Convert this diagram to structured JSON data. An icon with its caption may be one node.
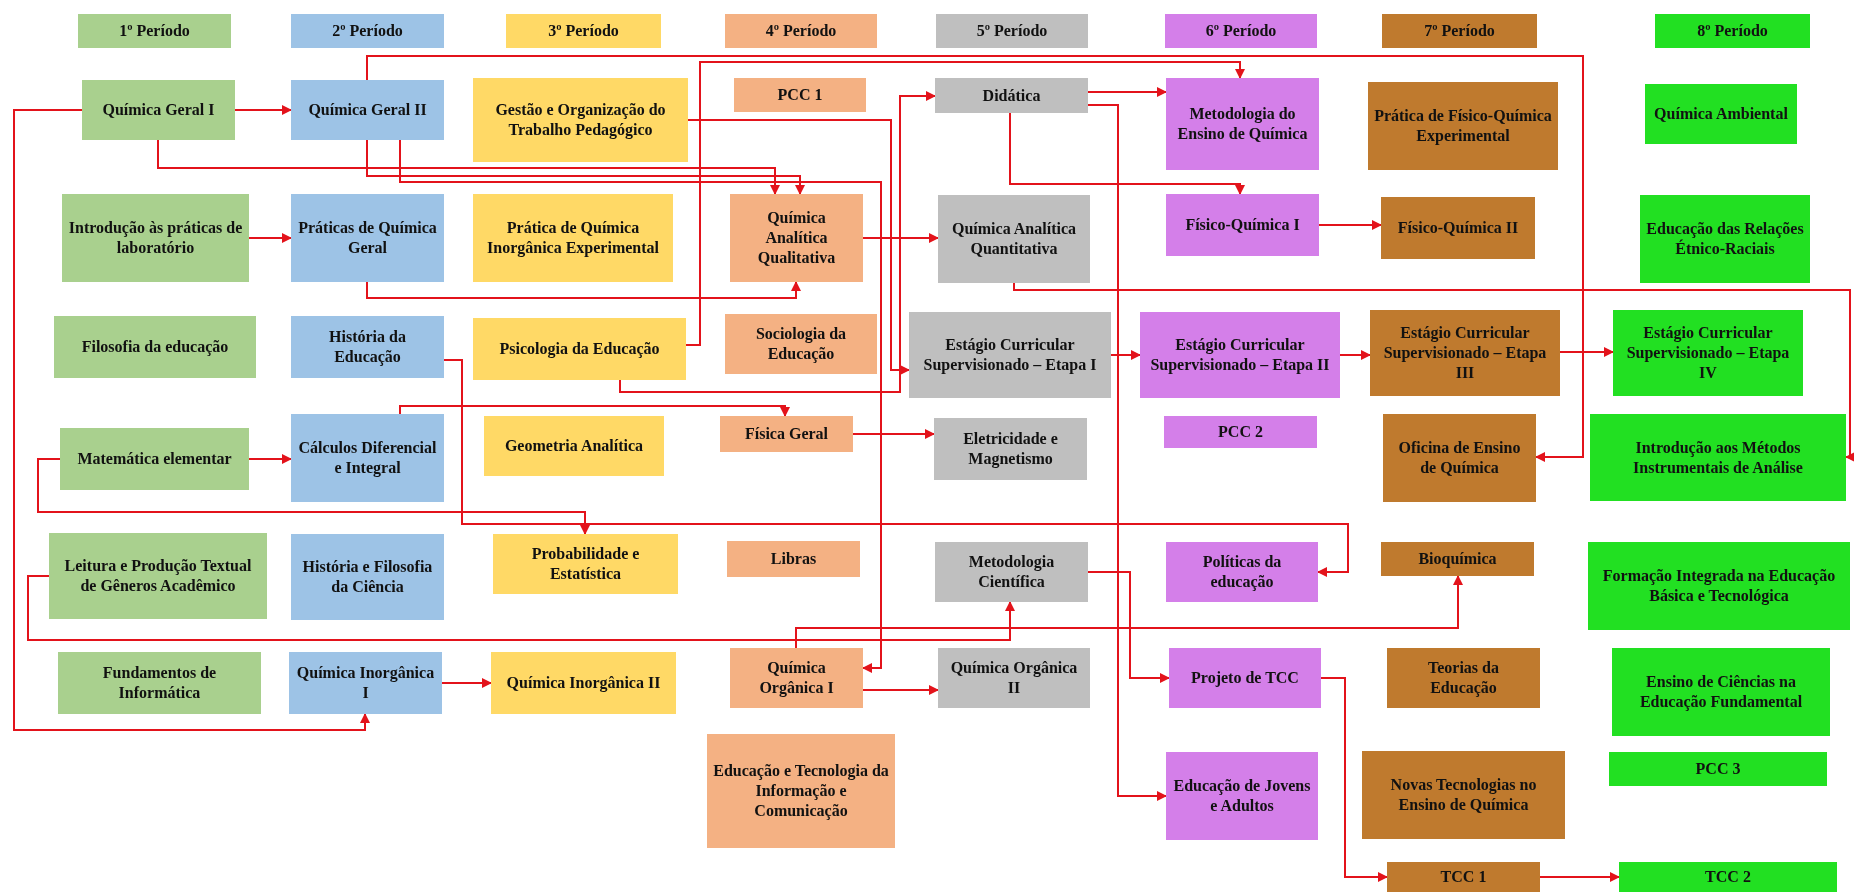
{
  "diagram": {
    "nodes": [
      {
        "text": [
          "1º Período"
        ]
      },
      {
        "text": [
          "2º Período"
        ]
      },
      {
        "text": [
          "3º Período"
        ]
      },
      {
        "text": [
          "4º Período"
        ]
      },
      {
        "text": [
          "5º Período"
        ]
      },
      {
        "text": [
          "6º Período"
        ]
      },
      {
        "text": [
          "7º Período"
        ]
      },
      {
        "text": [
          "8º Período"
        ]
      },
      {
        "text": [
          "Química Geral I"
        ]
      },
      {
        "text": [
          "Introdução às práticas de laboratório"
        ]
      },
      {
        "text": [
          "Filosofia da educação"
        ]
      },
      {
        "text": [
          "Matemática elementar"
        ]
      },
      {
        "text": [
          "Leitura e Produção Textual de Gêneros Acadêmico"
        ]
      },
      {
        "text": [
          "Fundamentos de Informática"
        ]
      },
      {
        "text": [
          "Química Geral II"
        ]
      },
      {
        "text": [
          "Práticas de Química Geral"
        ]
      },
      {
        "text": [
          "História da Educação"
        ]
      },
      {
        "text": [
          "Cálculos Diferencial e Integral"
        ]
      },
      {
        "text": [
          "História e Filosofia da Ciência"
        ]
      },
      {
        "text": [
          "Química Inorgânica I"
        ]
      },
      {
        "text": [
          "Gestão e Organização do Trabalho Pedagógico"
        ]
      },
      {
        "text": [
          "Prática de Química Inorgânica Experimental"
        ]
      },
      {
        "text": [
          "Psicologia da Educação"
        ]
      },
      {
        "text": [
          "Geometria Analítica"
        ]
      },
      {
        "text": [
          "Probabilidade e Estatística"
        ]
      },
      {
        "text": [
          "Química Inorgânica II"
        ]
      },
      {
        "text": [
          "PCC 1"
        ]
      },
      {
        "text": [
          "Química Analítica Qualitativa"
        ]
      },
      {
        "text": [
          "Sociologia da Educação"
        ]
      },
      {
        "text": [
          "Física Geral"
        ]
      },
      {
        "text": [
          "Libras"
        ]
      },
      {
        "text": [
          "Química Orgânica I"
        ]
      },
      {
        "text": [
          "Educação e Tecnologia da Informação e Comunicação"
        ]
      },
      {
        "text": [
          "Didática"
        ]
      },
      {
        "text": [
          "Química Analítica Quantitativa"
        ]
      },
      {
        "text": [
          "Estágio Curricular Supervisionado – Etapa I"
        ]
      },
      {
        "text": [
          "Eletricidade e Magnetismo"
        ]
      },
      {
        "text": [
          "Metodologia Científica"
        ]
      },
      {
        "text": [
          "Química Orgânica II"
        ]
      },
      {
        "text": [
          "Metodologia do Ensino de Química"
        ]
      },
      {
        "text": [
          "Físico-Química I"
        ]
      },
      {
        "text": [
          "Estágio Curricular Supervisionado – Etapa II"
        ]
      },
      {
        "text": [
          "PCC 2"
        ]
      },
      {
        "text": [
          "Políticas da educação"
        ]
      },
      {
        "text": [
          "Projeto de TCC"
        ]
      },
      {
        "text": [
          "Educação de Jovens e Adultos"
        ]
      },
      {
        "text": [
          "Prática de Físico-Química Experimental"
        ]
      },
      {
        "text": [
          "Físico-Química II"
        ]
      },
      {
        "text": [
          "Estágio Curricular Supervisionado – Etapa III"
        ]
      },
      {
        "text": [
          "Oficina de Ensino de Química"
        ]
      },
      {
        "text": [
          "Bioquímica"
        ]
      },
      {
        "text": [
          "Teorias da Educação"
        ]
      },
      {
        "text": [
          "Novas Tecnologias no Ensino de Química"
        ]
      },
      {
        "text": [
          "TCC 1"
        ]
      },
      {
        "text": [
          "Química Ambiental"
        ]
      },
      {
        "text": [
          "Educação das Relações Étnico-Raciais"
        ]
      },
      {
        "text": [
          "Estágio Curricular Supervisionado – Etapa IV"
        ]
      },
      {
        "text": [
          "Introdução aos Métodos Instrumentais de Análise"
        ]
      },
      {
        "text": [
          "Formação Integrada na Educação Básica e Tecnológica"
        ]
      },
      {
        "text": [
          "Ensino de Ciências na Educação Fundamental"
        ]
      },
      {
        "text": [
          "PCC 3"
        ]
      },
      {
        "text": [
          "TCC 2"
        ]
      }
    ],
    "edges": [
      {
        "from": 8,
        "to": 14,
        "arrow": "to"
      },
      {
        "from": 8,
        "to": 19,
        "arrow": "to"
      },
      {
        "from": 8,
        "to": 27,
        "arrow": "to"
      },
      {
        "from": 14,
        "to": 27,
        "arrow": "to"
      },
      {
        "from": 14,
        "to": 31,
        "arrow": "to"
      },
      {
        "from": 31,
        "to": 38,
        "arrow": "to"
      },
      {
        "from": 9,
        "to": 15,
        "arrow": "to"
      },
      {
        "from": 11,
        "to": 17,
        "arrow": "to"
      },
      {
        "from": 11,
        "to": 24,
        "arrow": "to"
      },
      {
        "from": 12,
        "to": 37,
        "arrow": "to"
      },
      {
        "from": 31,
        "to": 50,
        "arrow": "to"
      },
      {
        "from": 19,
        "to": 25,
        "arrow": "to"
      },
      {
        "from": 15,
        "to": 27,
        "arrow": "to"
      },
      {
        "from": 27,
        "to": 34,
        "arrow": "to"
      },
      {
        "from": 29,
        "to": 36,
        "arrow": "to"
      },
      {
        "from": 17,
        "to": 29,
        "arrow": "to"
      },
      {
        "from": 20,
        "to": 35,
        "arrow": "to"
      },
      {
        "from": 22,
        "to": 33,
        "arrow": "to"
      },
      {
        "from": 22,
        "to": 39,
        "arrow": "to"
      },
      {
        "from": 33,
        "to": 39,
        "arrow": "to"
      },
      {
        "from": 33,
        "to": 40,
        "arrow": "to"
      },
      {
        "from": 33,
        "to": 45,
        "arrow": "to"
      },
      {
        "from": 37,
        "to": 44,
        "arrow": "to"
      },
      {
        "from": 34,
        "to": 57,
        "arrow": "to"
      },
      {
        "from": 35,
        "to": 41,
        "arrow": "to"
      },
      {
        "from": 41,
        "to": 48,
        "arrow": "to"
      },
      {
        "from": 48,
        "to": 56,
        "arrow": "to"
      },
      {
        "from": 40,
        "to": 47,
        "arrow": "to"
      },
      {
        "from": 44,
        "to": 53,
        "arrow": "to"
      },
      {
        "from": 53,
        "to": 61,
        "arrow": "to"
      },
      {
        "from": 14,
        "to": 49,
        "arrow": "to"
      },
      {
        "from": 16,
        "to": 43,
        "arrow": "to"
      }
    ]
  }
}
